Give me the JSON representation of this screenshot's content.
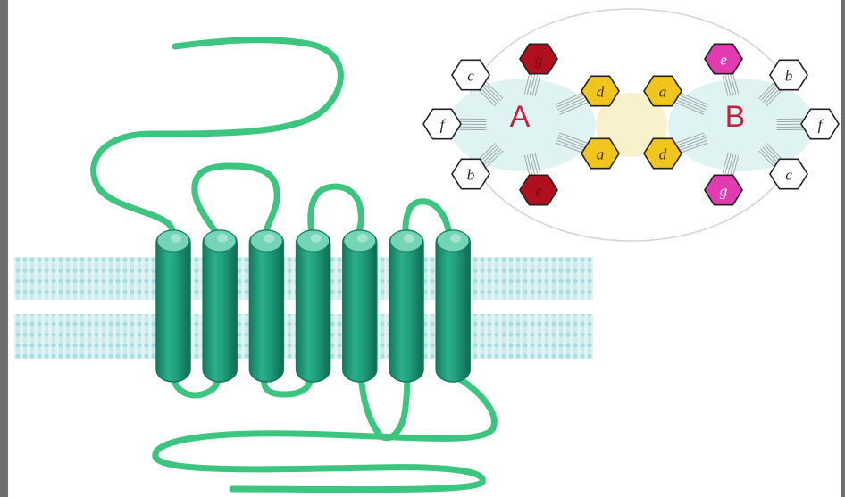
{
  "colors": {
    "frame": "#6e6e6e",
    "protein": "#3cc57f",
    "helix_body": "#1f9d7b",
    "helix_dark": "#137a5f",
    "helix_cap": "#73d4b6",
    "membrane": "#bfe8e8",
    "membrane_dot": "#9fd9db",
    "core_A": "#e0f3f3",
    "core_join": "#f9f1cc",
    "oval_outline": "#cfd6d6",
    "label_color": "#c0253d",
    "hex_white": "#ffffff",
    "hex_red": "#b0101e",
    "hex_yellow": "#f0c61d",
    "hex_magenta": "#e23ab0",
    "spoke": "#9aa0a6"
  },
  "diagram": {
    "transmembrane_helix_count": 7,
    "helical_wheel": {
      "helix_A": {
        "label": "A",
        "residues": [
          "g",
          "d",
          "a",
          "e",
          "b",
          "f",
          "c"
        ]
      },
      "helix_B": {
        "label": "B",
        "residues": [
          "e",
          "b",
          "f",
          "c",
          "g",
          "d",
          "a"
        ]
      }
    }
  }
}
